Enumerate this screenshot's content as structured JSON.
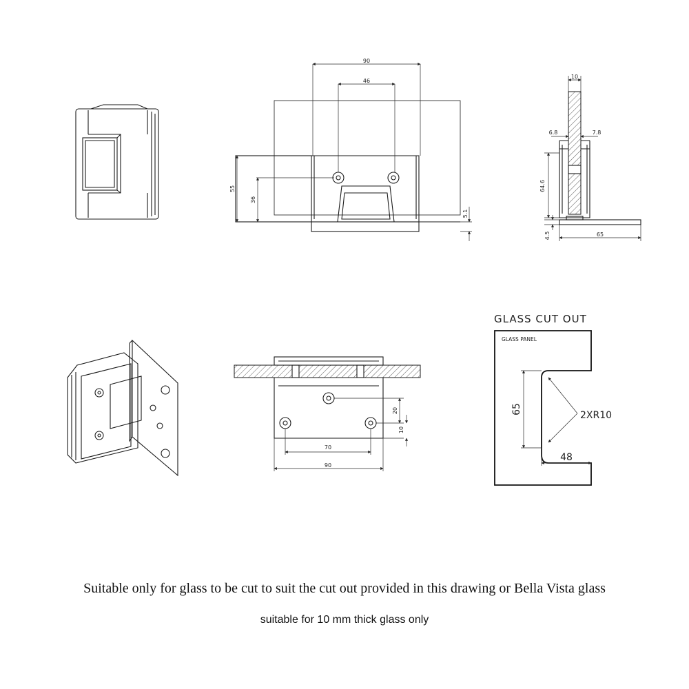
{
  "front_view": {
    "dim_overall_width": "90",
    "dim_hole_spacing": "46",
    "dim_height": "55",
    "dim_hole_height": "36",
    "dim_plate_thickness": "5.1"
  },
  "side_view": {
    "dim_glass_thickness": "10",
    "dim_left_gap": "6.8",
    "dim_right_gap": "7.8",
    "dim_height": "64.6",
    "dim_base_thickness": "4.5",
    "dim_base_width": "65"
  },
  "top_view": {
    "dim_hole_offset": "20",
    "dim_hole_edge": "10",
    "dim_hole_spacing": "70",
    "dim_overall_width": "90"
  },
  "cut_out": {
    "title": "GLASS CUT OUT",
    "panel_label": "GLASS PANEL",
    "dim_height": "65",
    "dim_width": "48",
    "dim_radius": "2XR10"
  },
  "notes": {
    "line1": "Suitable only for glass to be cut to suit the cut out provided in this drawing or Bella Vista glass",
    "line2": "suitable for 10 mm thick glass only"
  }
}
